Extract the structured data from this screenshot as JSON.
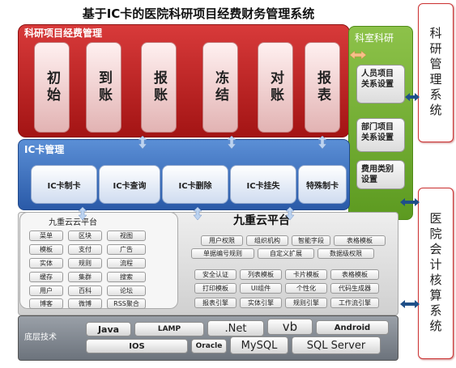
{
  "title": "基于IC卡的医院科研项目经费财务管理系统",
  "research_panel": {
    "label": "科研项目经费管理",
    "pillars": [
      "初始",
      "到账",
      "报账",
      "冻结",
      "对账",
      "报表"
    ]
  },
  "dept_panel": {
    "label": "科室科研",
    "items": [
      "人员项目关系设置",
      "部门项目关系设置",
      "费用类别设置"
    ]
  },
  "right_boxes": [
    "科研管理系统",
    "医院会计核算系统"
  ],
  "ic_panel": {
    "label": "IC卡管理",
    "items": [
      "IC卡制卡",
      "IC卡查询",
      "IC卡删除",
      "IC卡挂失",
      "特殊制卡"
    ]
  },
  "cloud": {
    "small_title": "九重云云平台",
    "title": "九重云平台",
    "left_grid": [
      [
        "菜单",
        "区块",
        "视图"
      ],
      [
        "模板",
        "支付",
        "广告"
      ],
      [
        "实体",
        "规则",
        "流程"
      ],
      [
        "缓存",
        "集群",
        "搜索"
      ],
      [
        "用户",
        "百科",
        "论坛"
      ],
      [
        "博客",
        "微博",
        "RSS聚合"
      ]
    ],
    "right_rows": [
      [
        "用户权限",
        "组织机构",
        "智能字段",
        "表格模板"
      ],
      [
        "单据编号规则",
        "自定义扩展",
        "数据级权限"
      ],
      [
        "安全认证",
        "列表模板",
        "卡片模板",
        "表格模板"
      ],
      [
        "打印模板",
        "UI组件",
        "个性化",
        "代码生成器"
      ],
      [
        "报表引擎",
        "实体引擎",
        "规则引擎",
        "工作流引擎"
      ]
    ]
  },
  "tech": {
    "label": "底层技术",
    "items": [
      "Java",
      "LAMP",
      ".Net",
      "vb",
      "Android",
      "IOS",
      "Oracle",
      "MySQL",
      "SQL Server"
    ]
  }
}
